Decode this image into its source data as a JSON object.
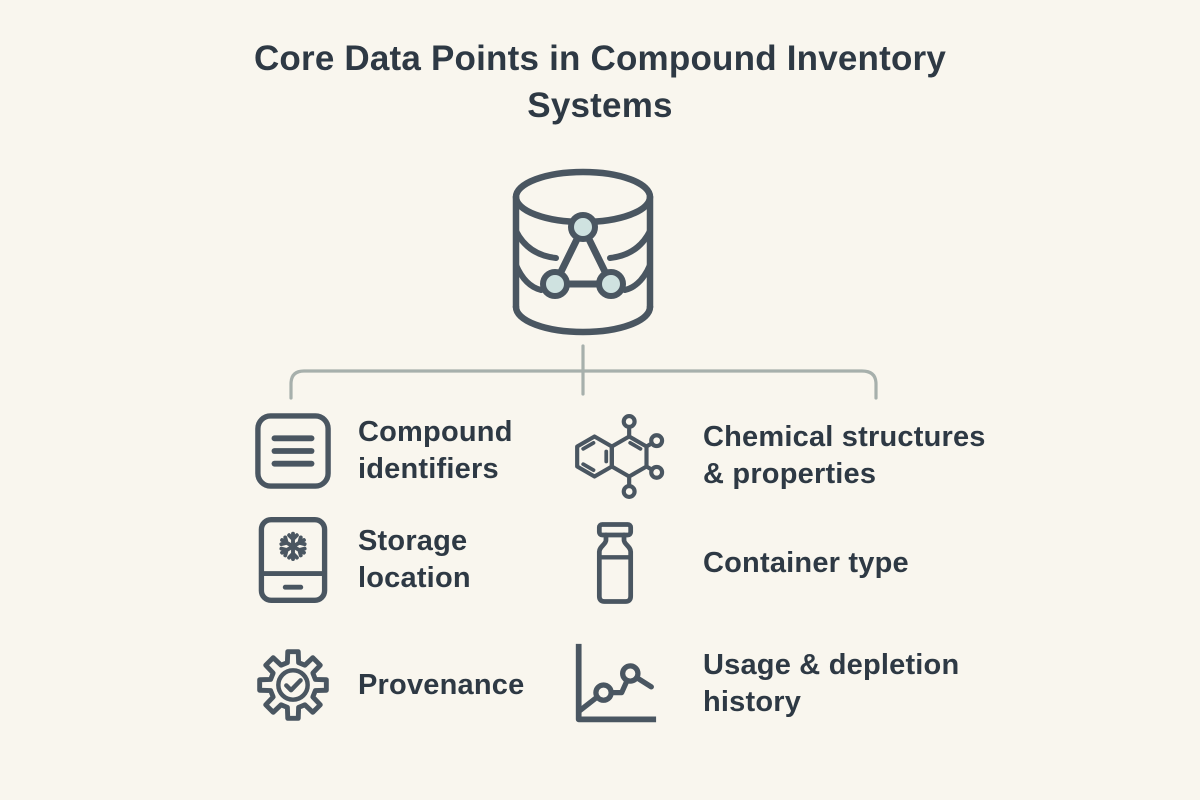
{
  "title": "Core Data Points in Compound Inventory\nSystems",
  "colors": {
    "background": "#f9f6ee",
    "text": "#2e3944",
    "icon_stroke": "#4a5661",
    "node_fill": "#cfe2e0",
    "connector": "#a7b0ac"
  },
  "hub": {
    "icon": "database-network-icon"
  },
  "items": [
    {
      "label": "Compound\nidentifiers",
      "icon": "list-icon"
    },
    {
      "label": "Chemical structures\n& properties",
      "icon": "molecule-icon"
    },
    {
      "label": "Storage\nlocation",
      "icon": "freezer-icon"
    },
    {
      "label": "Container type",
      "icon": "vial-icon"
    },
    {
      "label": "Provenance",
      "icon": "gear-check-icon"
    },
    {
      "label": "Usage & depletion\nhistory",
      "icon": "line-chart-icon"
    }
  ]
}
